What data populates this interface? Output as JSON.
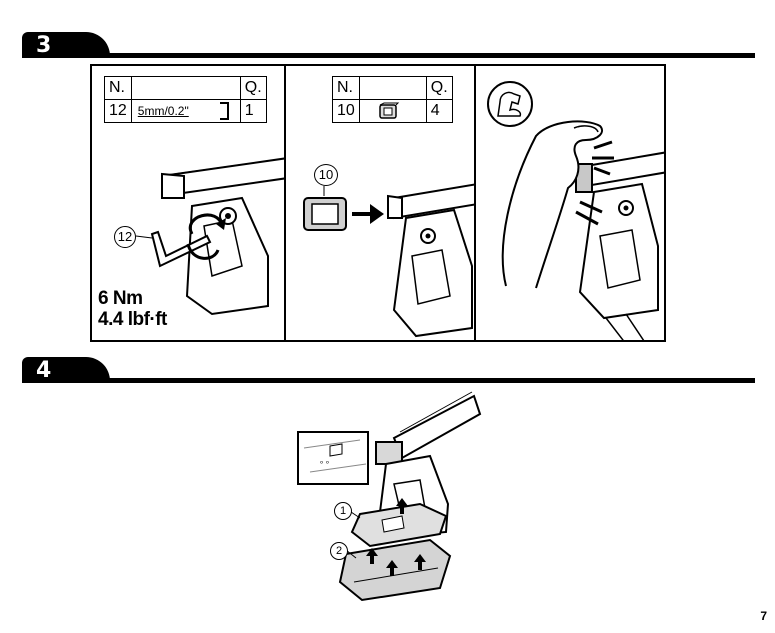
{
  "steps": [
    {
      "number": "3"
    },
    {
      "number": "4"
    }
  ],
  "panel1": {
    "table": {
      "col_number": "N.",
      "col_quantity": "Q.",
      "part_number": "12",
      "tool_label": "5mm/0.2\"",
      "quantity": "1"
    },
    "callout": "12",
    "torque_nm": "6 Nm",
    "torque_lbf": "4.4 lbf·ft"
  },
  "panel2": {
    "table": {
      "col_number": "N.",
      "col_quantity": "Q.",
      "part_number": "10",
      "quantity": "4"
    },
    "callout": "10"
  },
  "panel3": {
    "icon": "strength-arm-icon"
  },
  "step4": {
    "callout_1": "1",
    "callout_2": "2"
  },
  "page_number": "7"
}
